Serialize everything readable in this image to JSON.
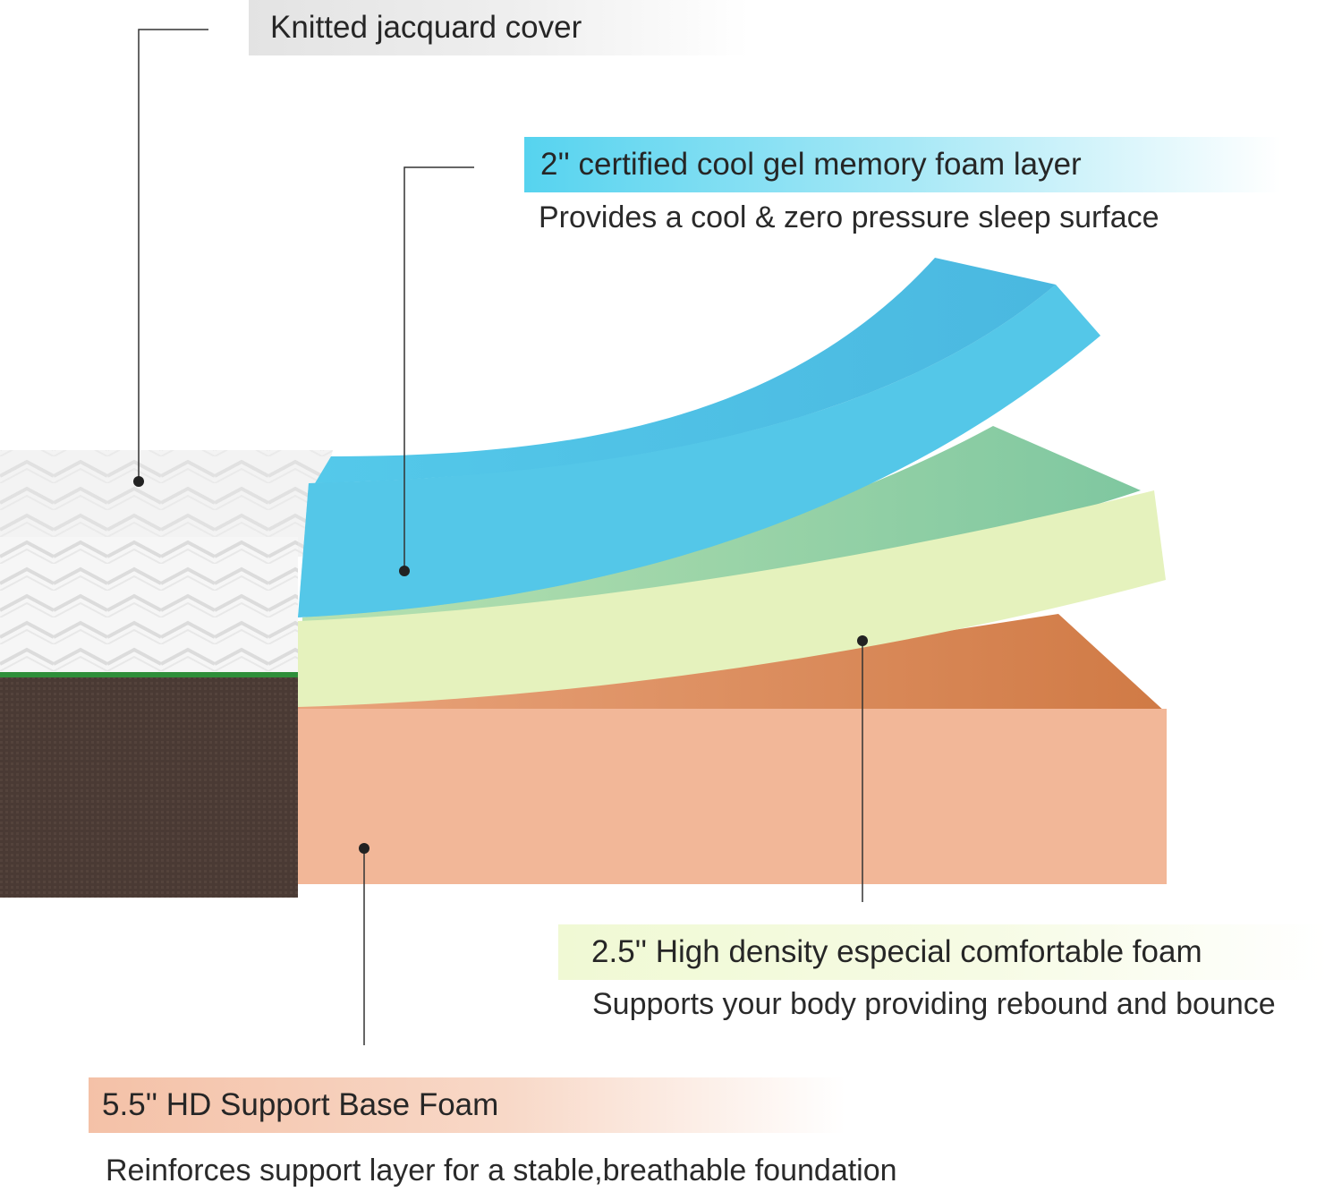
{
  "colors": {
    "gel_layer": "#4cc3e6",
    "comfort_layer": "#e5f2bd",
    "base_layer": "#f0b394",
    "cover": "#f2f2f2",
    "bottom_fabric": "#4a3a34",
    "green_trim": "#2f8f3a",
    "leader_line": "#333333"
  },
  "layers": {
    "cover": {
      "title": "Knitted jacquard cover"
    },
    "gel": {
      "title": "2'' certified cool gel memory foam layer",
      "description": "Provides a cool & zero pressure sleep surface"
    },
    "comfort": {
      "title": "2.5'' High density especial comfortable foam",
      "description": "Supports your body providing rebound and bounce"
    },
    "base": {
      "title": "5.5'' HD Support Base Foam",
      "description": "Reinforces support layer for a stable,breathable foundation"
    }
  }
}
